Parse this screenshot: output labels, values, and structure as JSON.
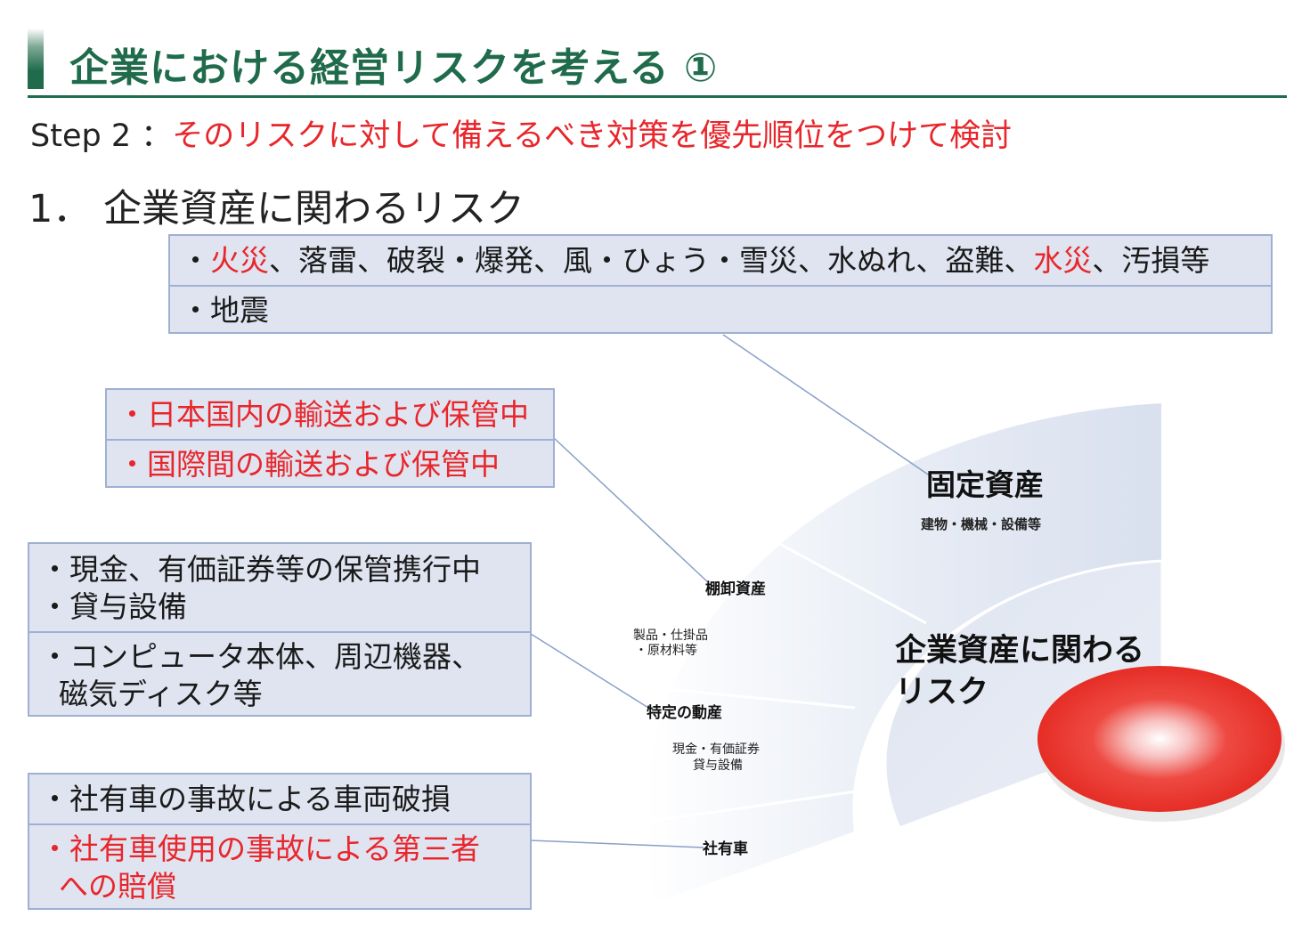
{
  "header": {
    "title": "企業における経営リスクを考える ①",
    "step_label": "Step 2 ：",
    "step_text": "そのリスクに対して備えるべき対策を優先順位をつけて検討",
    "section_heading": "1． 企業資産に関わるリスク"
  },
  "boxes": {
    "fixed_assets": {
      "row1": [
        "・",
        "火災",
        "、落雷、破裂・爆発、風・ひょう・雪災、水ぬれ、盗難、",
        "水災",
        "、汚損等"
      ],
      "row2": "・地震"
    },
    "transport": {
      "row1": "・日本国内の輸送および保管中",
      "row2": "・国際間の輸送および保管中"
    },
    "cash_equipment": {
      "row1a": "・現金、有価証券等の保管携行中",
      "row1b": "・貸与設備",
      "row2a": "・コンピュータ本体、周辺機器、",
      "row2b": "  磁気ディスク等"
    },
    "vehicles": {
      "row1": "・社有車の事故による車両破損",
      "row2a": "・社有車使用の事故による第三者",
      "row2b": "  への賠償"
    }
  },
  "diagram": {
    "center_label_line1": "企業資産に関わる",
    "center_label_line2": "リスク",
    "fixed_assets_label": "固定資産",
    "fixed_assets_sub": "建物・機械・設備等",
    "inventory_label": "棚卸資産",
    "inventory_sub1": "製品・仕掛品",
    "inventory_sub2": "・原材料等",
    "specific_movables_label": "特定の動産",
    "specific_movables_sub1": "現金・有価証券",
    "specific_movables_sub2": "貸与設備",
    "vehicles_label": "社有車",
    "colors": {
      "accent": "#1f6b4b",
      "highlight": "#e8262b",
      "box_fill": "#dfe4f0",
      "box_border": "#9fb0d2"
    }
  }
}
